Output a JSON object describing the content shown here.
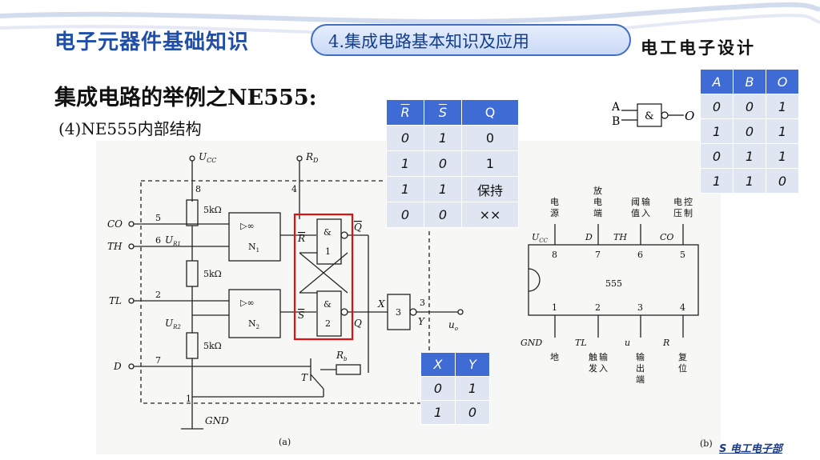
{
  "header": {
    "category": "电子元器件基础知识",
    "topic": "4.集成电路基本知识及应用",
    "brand": "电工电子设计"
  },
  "page": {
    "title": "集成电路的举例之NE555:",
    "subtitle": "(4)NE555内部结构"
  },
  "rs_table": {
    "headers": [
      "R",
      "S",
      "Q"
    ],
    "rows": [
      [
        "0",
        "1",
        "0"
      ],
      [
        "1",
        "0",
        "1"
      ],
      [
        "1",
        "1",
        "保持"
      ],
      [
        "0",
        "0",
        "××"
      ]
    ]
  },
  "nand_table": {
    "headers": [
      "A",
      "B",
      "O"
    ],
    "rows": [
      [
        "0",
        "0",
        "1"
      ],
      [
        "1",
        "0",
        "1"
      ],
      [
        "0",
        "1",
        "1"
      ],
      [
        "1",
        "1",
        "0"
      ]
    ]
  },
  "inv_table": {
    "headers": [
      "X",
      "Y"
    ],
    "rows": [
      [
        "0",
        "1"
      ],
      [
        "1",
        "0"
      ]
    ]
  },
  "gate_symbol": {
    "in_a": "A",
    "in_b": "B",
    "symbol": "&",
    "out": "O"
  },
  "circuit_a": {
    "vcc": "U",
    "vcc_sub": "CC",
    "rd": "R",
    "rd_sub": "D",
    "res": "5kΩ",
    "pins": [
      "8",
      "4",
      "5",
      "6",
      "2",
      "7",
      "1",
      "3"
    ],
    "co": "CO",
    "th": "TH",
    "tl": "TL",
    "d": "D",
    "ur1": "U",
    "ur1_sub": "R1",
    "ur2": "U",
    "ur2_sub": "R2",
    "comp1": "N",
    "comp1_sub": "1",
    "comp2": "N",
    "comp2_sub": "2",
    "inf": "▷∞",
    "gate": "&",
    "g1": "1",
    "g2": "2",
    "g3": "3",
    "r_bar": "R",
    "s_bar": "S",
    "q": "Q",
    "q_bar": "Q",
    "x": "X",
    "y": "Y",
    "uo": "u",
    "uo_sub": "o",
    "rb": "R",
    "rb_sub": "b",
    "t": "T",
    "gnd": "GND",
    "caption": "(a)"
  },
  "circuit_b": {
    "chip": "555",
    "top_pins": [
      "8",
      "7",
      "6",
      "5"
    ],
    "top_sigs": [
      "U",
      "D",
      "TH",
      "CO"
    ],
    "top_desc": [
      "电源",
      "放电端",
      "阈值输入",
      "电压控制"
    ],
    "bot_pins": [
      "1",
      "2",
      "3",
      "4"
    ],
    "bot_sigs": [
      "GND",
      "TL",
      "u",
      "R"
    ],
    "bot_desc": [
      "地",
      "触发输入",
      "输出端",
      "复位"
    ],
    "caption": "(b)"
  },
  "footer": {
    "text": "S 电工电子部"
  },
  "colors": {
    "accent": "#1f4fa8",
    "table_header": "#3f6bd4",
    "table_cell": "#dfe6f2",
    "highlight": "#e01010"
  }
}
